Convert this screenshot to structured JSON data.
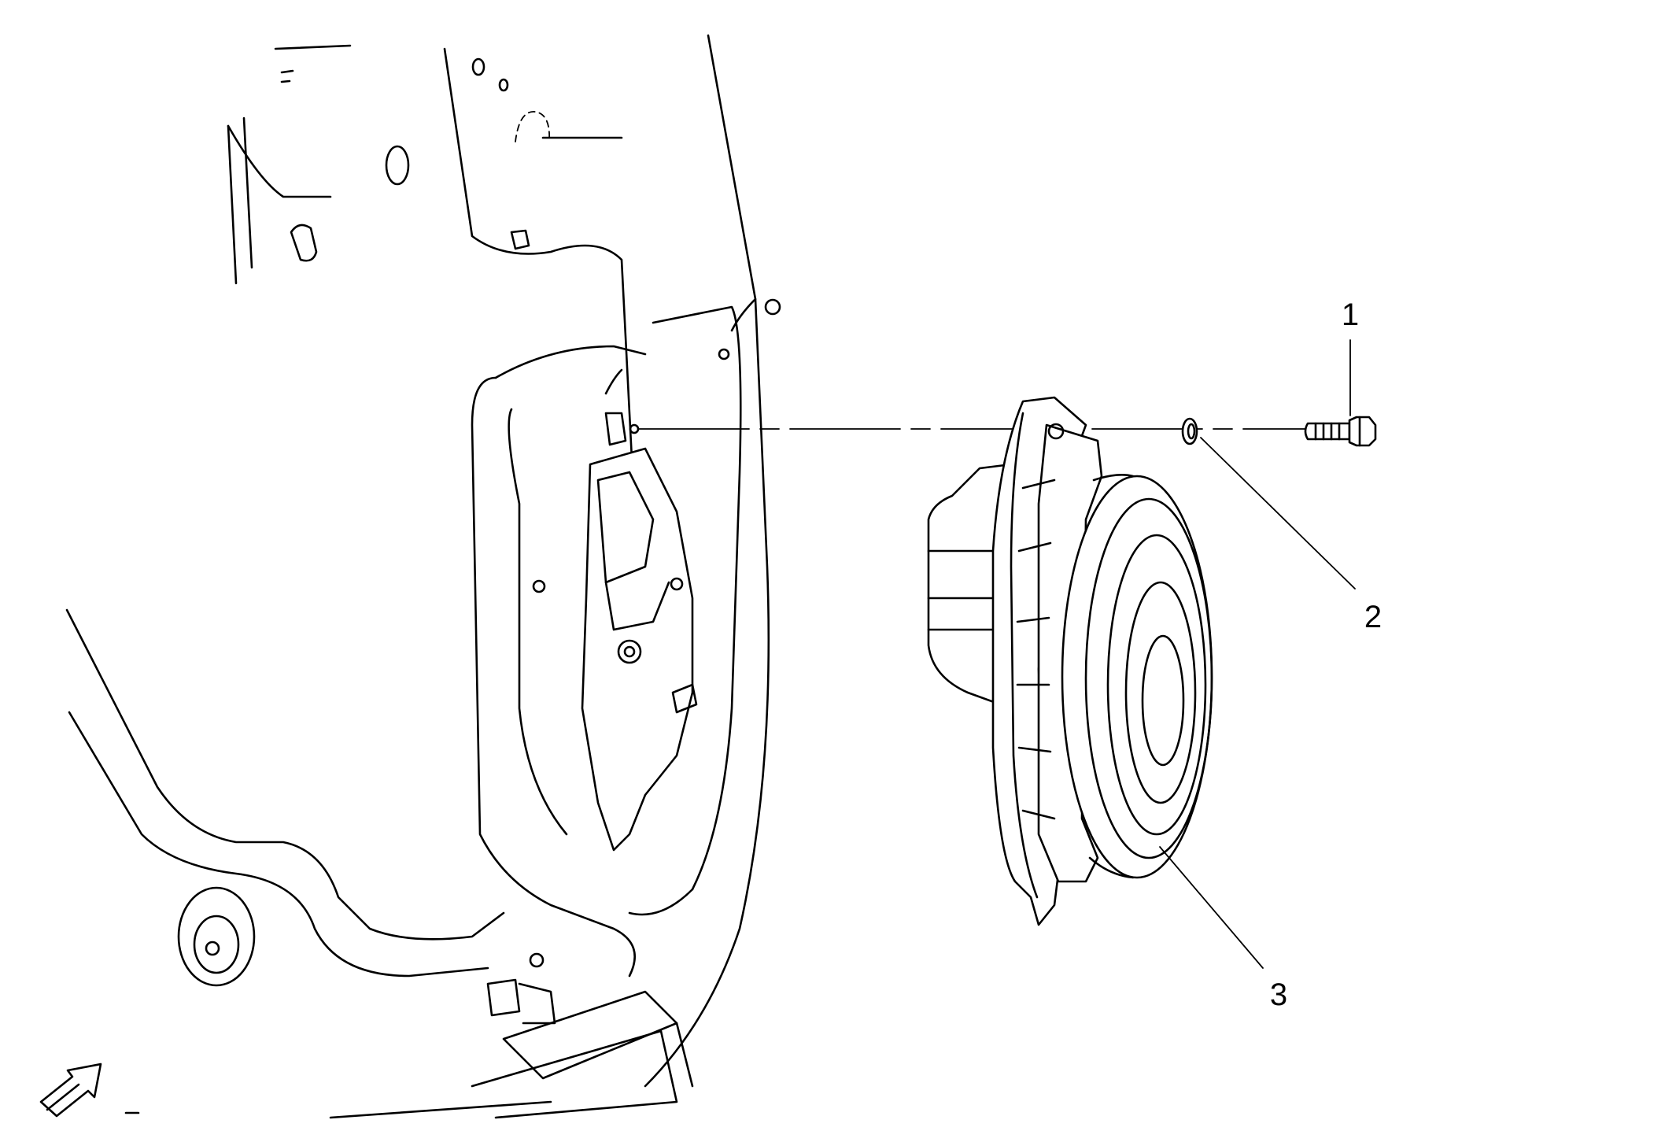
{
  "callouts": [
    {
      "label": "1",
      "part": "bolt"
    },
    {
      "label": "2",
      "part": "washer"
    },
    {
      "label": "3",
      "part": "speaker"
    }
  ],
  "icons": {
    "direction": "front-direction-arrow-icon"
  },
  "colors": {
    "line": "#000000",
    "background": "#ffffff"
  }
}
